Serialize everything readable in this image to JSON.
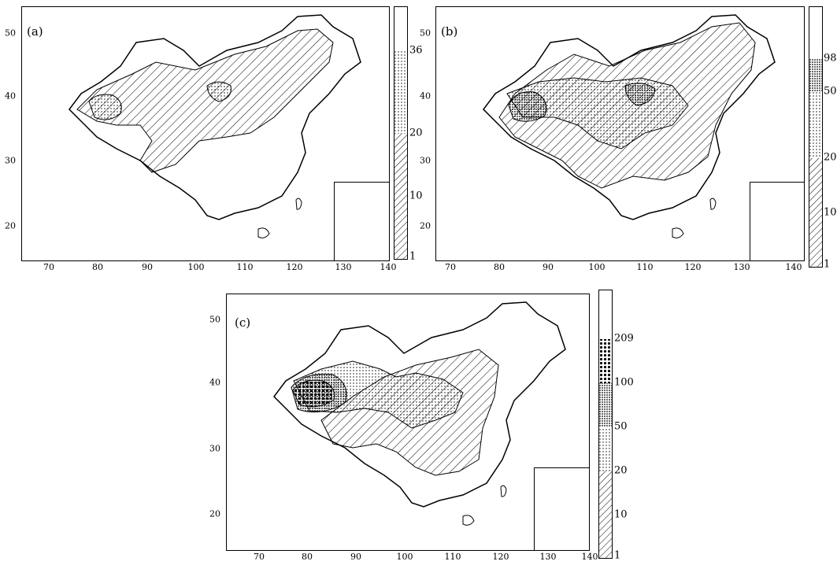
{
  "figure": {
    "panels": [
      {
        "id": "a",
        "label": "(a)",
        "x_ticks": [
          "70",
          "80",
          "90",
          "100",
          "110",
          "120",
          "130",
          "140"
        ],
        "y_ticks": [
          "50",
          "40",
          "30",
          "20"
        ],
        "legend_levels": [
          "36",
          "20",
          "10",
          "1"
        ],
        "legend_fills": [
          "blank",
          "dots",
          "hatch",
          "hatch"
        ]
      },
      {
        "id": "b",
        "label": "(b)",
        "x_ticks": [
          "70",
          "80",
          "90",
          "100",
          "110",
          "120",
          "130",
          "140"
        ],
        "y_ticks": [
          "50",
          "40",
          "30",
          "20"
        ],
        "legend_levels": [
          "98",
          "50",
          "20",
          "10",
          "1"
        ],
        "legend_fills": [
          "blank",
          "dense",
          "dots",
          "hatch",
          "hatch"
        ]
      },
      {
        "id": "c",
        "label": "(c)",
        "x_ticks": [
          "70",
          "80",
          "90",
          "100",
          "110",
          "120",
          "130",
          "140"
        ],
        "y_ticks": [
          "50",
          "40",
          "30",
          "20"
        ],
        "legend_levels": [
          "209",
          "100",
          "50",
          "20",
          "10",
          "1"
        ],
        "legend_fills": [
          "blank",
          "blob",
          "dense",
          "dots",
          "hatch",
          "hatch"
        ]
      }
    ],
    "colors": {
      "line": "#000000",
      "background": "#ffffff"
    }
  }
}
